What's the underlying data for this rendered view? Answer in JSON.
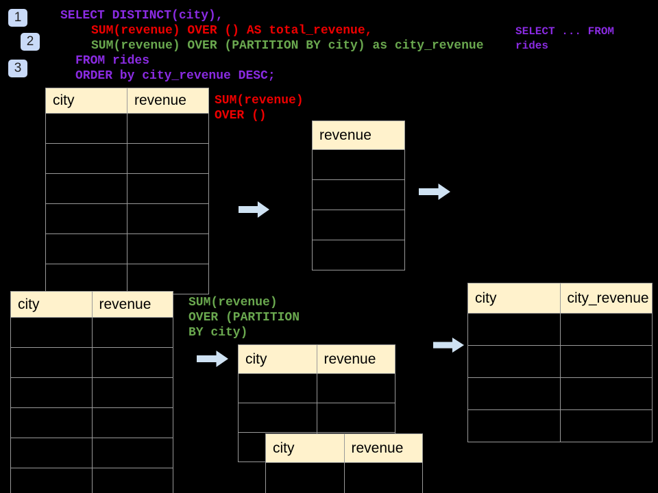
{
  "palette": {
    "background": "#000000",
    "purple": "#8A2BE2",
    "red": "#EE0000",
    "green": "#6AA84F",
    "header_fill": "#FFF2CC",
    "border": "#9A9A9A",
    "arrow_fill": "#CFE2F3",
    "badge_fill": "#C9DAF8"
  },
  "steps": [
    {
      "label": "1"
    },
    {
      "label": "2"
    },
    {
      "label": "3"
    }
  ],
  "sql_query": {
    "lines": [
      {
        "text": "SELECT DISTINCT(city),",
        "color_key": "purple"
      },
      {
        "text": "SUM(revenue) OVER () AS total_revenue,",
        "color_key": "red"
      },
      {
        "text": "SUM(revenue) OVER (PARTITION BY city) as city_revenue",
        "color_key": "green"
      },
      {
        "text": "FROM rides",
        "color_key": "purple"
      },
      {
        "text": "ORDER by city_revenue DESC;",
        "color_key": "purple"
      }
    ]
  },
  "side_note": {
    "color_key": "purple",
    "lines": [
      "SELECT ... FROM",
      "rides"
    ]
  },
  "annotations": {
    "total_revenue_label": {
      "color_key": "red",
      "lines": [
        "SUM(revenue)",
        "OVER ()"
      ]
    },
    "partition_label": {
      "color_key": "green",
      "lines": [
        "SUM(revenue)",
        "OVER (PARTITION",
        "BY city)"
      ]
    }
  },
  "tables": {
    "rides_source": {
      "columns": [
        "city",
        "revenue"
      ],
      "empty_rows": 6
    },
    "total_revenue_result": {
      "columns": [
        "revenue"
      ],
      "empty_rows": 4
    },
    "rides_source_2": {
      "columns": [
        "city",
        "revenue"
      ],
      "empty_rows": 6
    },
    "partition_intermediate": {
      "columns": [
        "city",
        "revenue"
      ],
      "empty_rows": 3
    },
    "partition_overlay": {
      "columns": [
        "city",
        "revenue"
      ],
      "empty_rows": 1
    },
    "city_revenue_result": {
      "columns": [
        "city",
        "city_revenue"
      ],
      "empty_rows": 4
    }
  }
}
